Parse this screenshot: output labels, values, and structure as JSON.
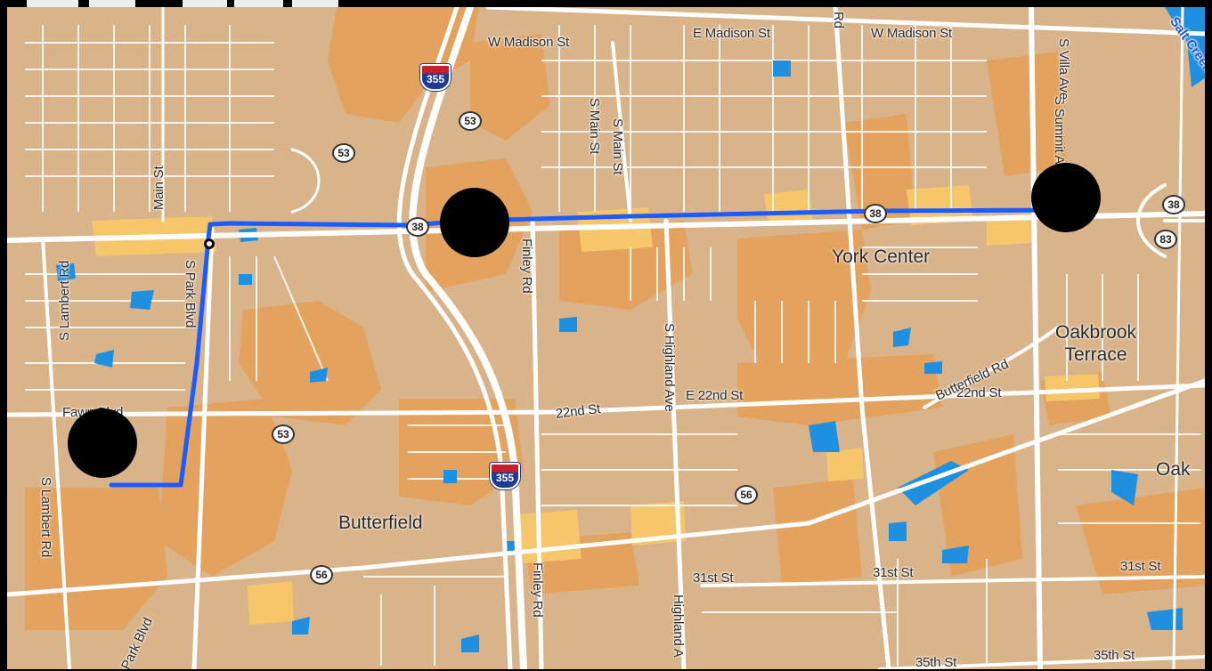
{
  "map": {
    "places": {
      "york_center": "York Center",
      "oakbrook_terrace": "Oakbrook\nTerrace",
      "butterfield": "Butterfield",
      "oak": "Oak"
    },
    "streets": {
      "w_madison_1": "W Madison St",
      "e_madison": "E Madison St",
      "w_madison_2": "W Madison St",
      "rd_top": "Rd",
      "main_st": "Main St",
      "s_main_1": "S Main St",
      "s_main_2": "S Main St",
      "s_lambert_1": "S Lambert Rd",
      "s_lambert_2": "S Lambert Rd",
      "s_park_blvd": "S Park Blvd",
      "park_blvd": "Park Blvd",
      "finley_1": "Finley Rd",
      "finley_2": "Finley Rd",
      "s_highland": "S Highland Ave",
      "highland": "Highland A",
      "s_summit": "S Summit Ave",
      "s_villa": "S Villa Ave",
      "butterfield_rd": "Butterfield Rd",
      "22nd_1": "22nd St",
      "e_22nd": "E 22nd St",
      "22nd_2": "22nd St",
      "fawn": "Fawn Blvd",
      "31st_1": "31st St",
      "31st_2": "31st St",
      "31st_3": "31st St",
      "35th_1": "35th St",
      "35th_2": "35th St",
      "salt_creek": "Salt Creek"
    },
    "shields": {
      "us53_a": "53",
      "us53_b": "53",
      "us53_c": "53",
      "r38_a": "38",
      "r38_b": "38",
      "r38_c": "38",
      "r83": "83",
      "r56_a": "56",
      "r56_b": "56",
      "i355_a": "355",
      "i355_b": "355"
    },
    "colors": {
      "land": "#d9b48a",
      "urban": "#e3a35f",
      "commercial": "#f6c66a",
      "road": "#ffffff",
      "water": "#1f8fe0",
      "route": "#1a5cff",
      "marker": "#000000"
    }
  }
}
